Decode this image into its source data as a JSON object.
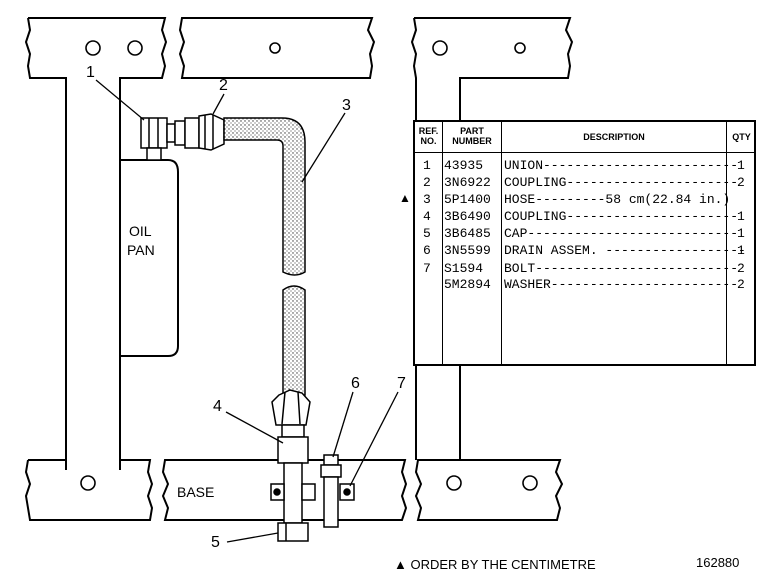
{
  "callouts": [
    "1",
    "2",
    "3",
    "4",
    "5",
    "6",
    "7"
  ],
  "labels": {
    "oil_pan_line1": "OIL",
    "oil_pan_line2": "PAN",
    "base": "BASE"
  },
  "table": {
    "headers": {
      "ref_no_1": "REF.",
      "ref_no_2": "NO.",
      "part_number_1": "PART",
      "part_number_2": "NUMBER",
      "description": "DESCRIPTION",
      "qty": "QTY"
    },
    "rows": [
      {
        "marker": "",
        "ref": "1",
        "part": "43935",
        "description": "UNION-------------------------",
        "qty": "1"
      },
      {
        "marker": "",
        "ref": "2",
        "part": "3N6922",
        "description": "COUPLING----------------------",
        "qty": "2"
      },
      {
        "marker": "▲",
        "ref": "3",
        "part": "5P1400",
        "description": "HOSE---------58 cm(22.84 in.)",
        "qty": ""
      },
      {
        "marker": "",
        "ref": "4",
        "part": "3B6490",
        "description": "COUPLING----------------------",
        "qty": "1"
      },
      {
        "marker": "",
        "ref": "5",
        "part": "3B6485",
        "description": "CAP---------------------------",
        "qty": "1"
      },
      {
        "marker": "",
        "ref": "6",
        "part": "3N5599",
        "description": "DRAIN ASSEM. ------------------",
        "qty": "1"
      },
      {
        "marker": "",
        "ref": "7",
        "part": "S1594",
        "description": "BOLT--------------------------",
        "qty": "2"
      },
      {
        "marker": "",
        "ref": "",
        "part": "5M2894",
        "description": "WASHER------------------------",
        "qty": "2"
      }
    ]
  },
  "footer": {
    "order_note": "▲ ORDER BY THE CENTIMETRE",
    "figure_number": "162880"
  }
}
